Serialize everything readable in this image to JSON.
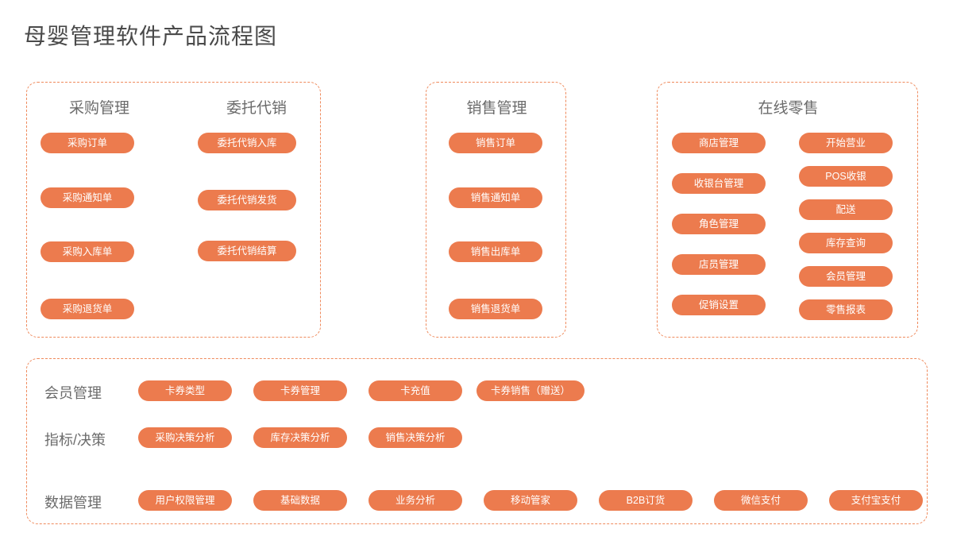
{
  "title": "母婴管理软件产品流程图",
  "theme": {
    "pill_fill": "#ec7b4e",
    "pill_text": "#ffffff",
    "panel_border": "#ef8a5c",
    "heading_text": "#6b6b6b",
    "title_text": "#4a4a4a",
    "page_background": "#ffffff"
  },
  "panels": [
    {
      "id": "purchase-consignment",
      "columns": [
        {
          "heading": "采购管理",
          "items": [
            "采购订单",
            "采购通知单",
            "采购入库单",
            "采购退货单"
          ]
        },
        {
          "heading": "委托代销",
          "items": [
            "委托代销入库",
            "委托代销发货",
            "委托代销结算"
          ]
        }
      ]
    },
    {
      "id": "sales",
      "columns": [
        {
          "heading": "销售管理",
          "items": [
            "销售订单",
            "销售通知单",
            "销售出库单",
            "销售退货单"
          ]
        }
      ]
    },
    {
      "id": "online-retail",
      "heading": "在线零售",
      "columns": [
        {
          "heading": "",
          "items": [
            "商店管理",
            "收银台管理",
            "角色管理",
            "店员管理",
            "促销设置"
          ]
        },
        {
          "heading": "",
          "items": [
            "开始营业",
            "POS收银",
            "配送",
            "库存查询",
            "会员管理",
            "零售报表"
          ]
        }
      ]
    }
  ],
  "bottom": {
    "rows": [
      {
        "label": "会员管理",
        "items": [
          "卡券类型",
          "卡券管理",
          "卡充值",
          "卡券销售（赠送）"
        ]
      },
      {
        "label": "指标/决策",
        "items": [
          "采购决策分析",
          "库存决策分析",
          "销售决策分析"
        ]
      },
      {
        "label": "数据管理",
        "items": [
          "用户权限管理",
          "基础数据",
          "业务分析",
          "移动管家",
          "B2B订货",
          "微信支付",
          "支付宝支付"
        ]
      }
    ]
  }
}
